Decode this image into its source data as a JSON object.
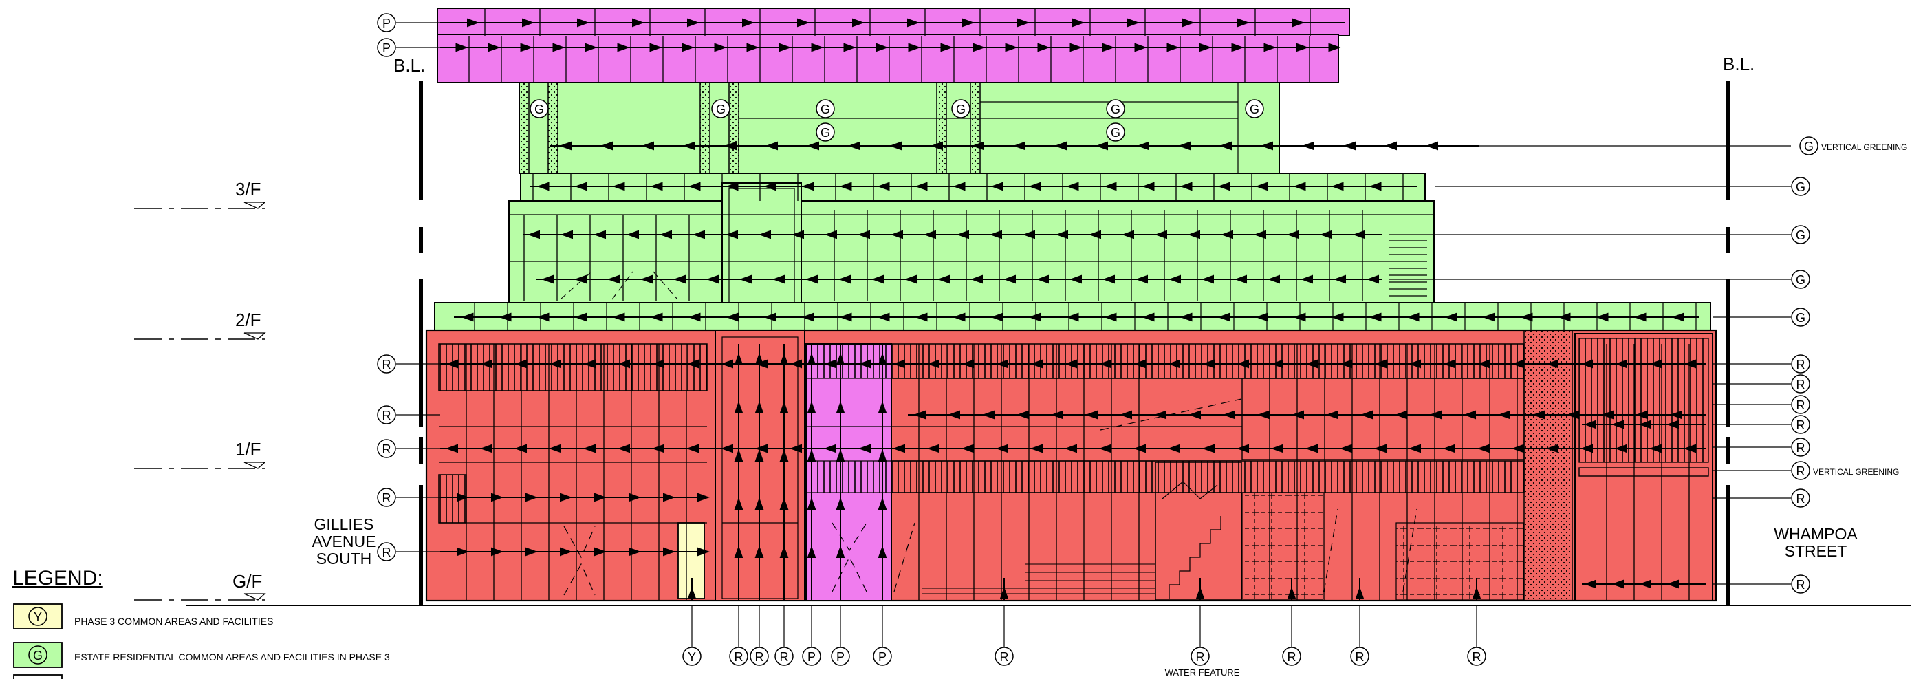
{
  "colors": {
    "pink": "#f07cee",
    "green": "#b8fda6",
    "red": "#f36663",
    "yellow": "#fdfdc5",
    "line": "#000000"
  },
  "boundary": {
    "left": "B.L.",
    "right": "B.L."
  },
  "floors": [
    "3/F",
    "2/F",
    "1/F",
    "G/F"
  ],
  "streets": {
    "left": [
      "GILLIES",
      "AVENUE",
      "SOUTH"
    ],
    "right": [
      "WHAMPOA",
      "STREET"
    ]
  },
  "legend": {
    "title": "LEGEND:",
    "items": [
      {
        "symbol": "Y",
        "label": "PHASE 3 COMMON AREAS AND FACILITIES",
        "color": "#fdfdc5"
      },
      {
        "symbol": "G",
        "label": "ESTATE RESIDENTIAL COMMON AREAS AND FACILITIES IN PHASE 3",
        "color": "#b8fda6"
      }
    ]
  },
  "callouts": {
    "left": [
      "P",
      "P",
      "R",
      "R",
      "R",
      "R",
      "R"
    ],
    "right": [
      "G",
      "G",
      "G",
      "G",
      "G",
      "R",
      "R",
      "R",
      "R",
      "R",
      "R",
      "R",
      "R"
    ],
    "right_notes": {
      "vertical_greening_g": "VERTICAL GREENING",
      "vertical_greening_r": "VERTICAL GREENING"
    },
    "inside": [
      "G",
      "G",
      "G",
      "G",
      "G",
      "G",
      "G"
    ],
    "bottom": [
      "Y",
      "R",
      "R",
      "R",
      "P",
      "P",
      "P",
      "R",
      "R",
      "R",
      "R",
      "R"
    ],
    "bottom_note": "WATER FEATURE"
  }
}
